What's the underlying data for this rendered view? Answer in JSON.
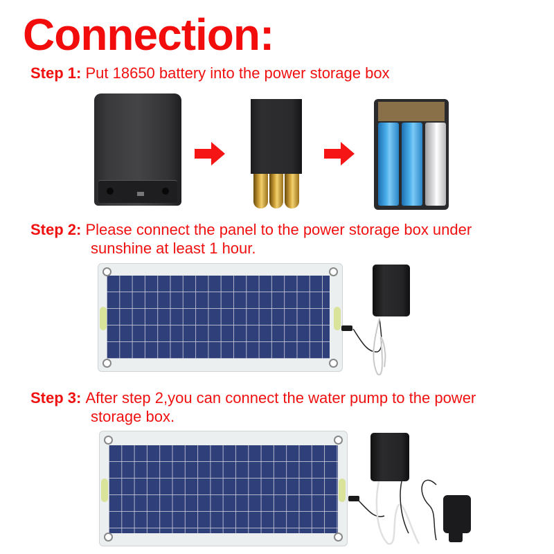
{
  "title": "Connection:",
  "steps": [
    {
      "label": "Step 1:",
      "text": "Put 18650 battery into the power storage box",
      "continuation": ""
    },
    {
      "label": "Step 2:",
      "text": "Please connect the panel to the power storage box under",
      "continuation": "sunshine at least 1 hour."
    },
    {
      "label": "Step 3:",
      "text": "After step 2,you can connect the water pump to the power",
      "continuation": "storage box."
    }
  ],
  "images": {
    "step1": [
      "closed-battery-box",
      "battery-box-sliding-open",
      "battery-box-with-three-18650-cells"
    ],
    "step2": [
      "solar-panel",
      "power-storage-box-with-cable"
    ],
    "step3": [
      "solar-panel",
      "power-storage-box-with-cables",
      "water-pump"
    ]
  },
  "colors": {
    "text_red": "#f20c0c",
    "arrow_red": "#f51515",
    "panel_blue": "#2f3f7a",
    "battery_blue": "#3aa0e0"
  }
}
